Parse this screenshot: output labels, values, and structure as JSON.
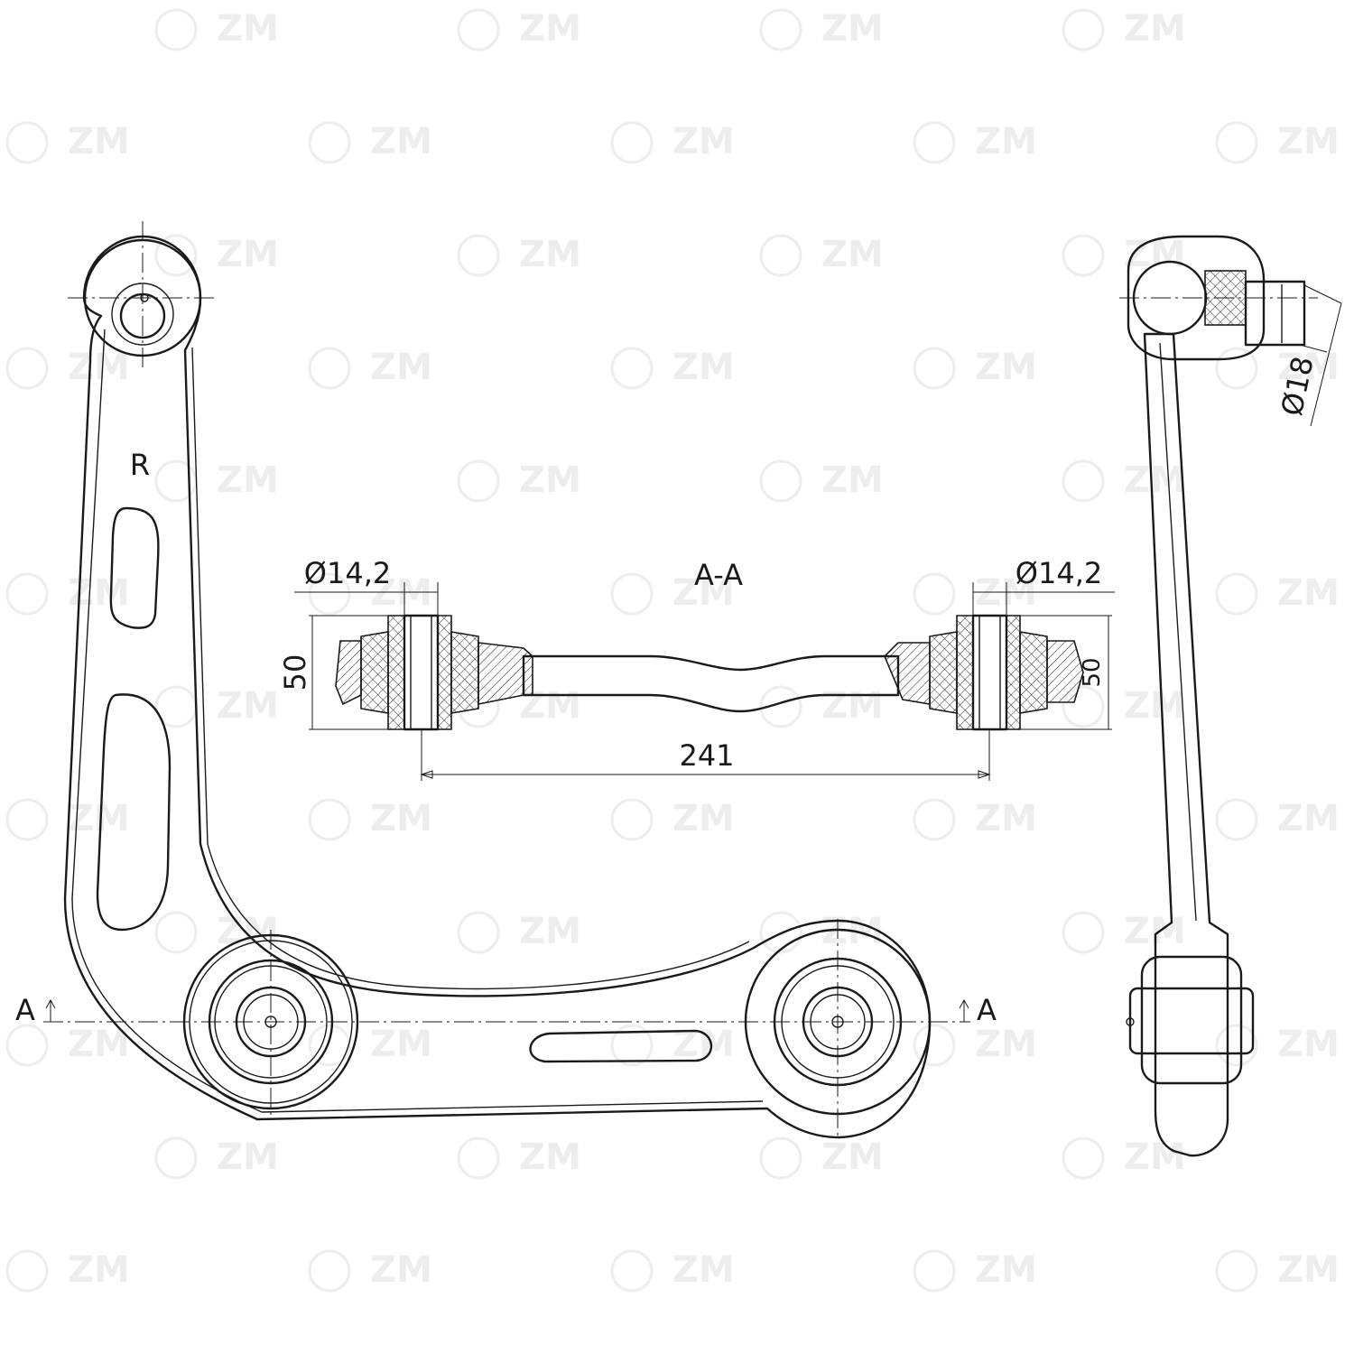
{
  "watermark": {
    "text": "ZM",
    "color": "#ededed"
  },
  "labels": {
    "side_marker": "R",
    "section_title": "A-A",
    "section_left": "A",
    "section_right": "A"
  },
  "dimensions": {
    "bore_left": "Ø14,2",
    "bore_right": "Ø14,2",
    "height_left": "50",
    "height_right": "50",
    "center_distance": "241",
    "ball_pin": "Ø18"
  },
  "colors": {
    "line": "#1a1a1a",
    "background": "#ffffff"
  }
}
